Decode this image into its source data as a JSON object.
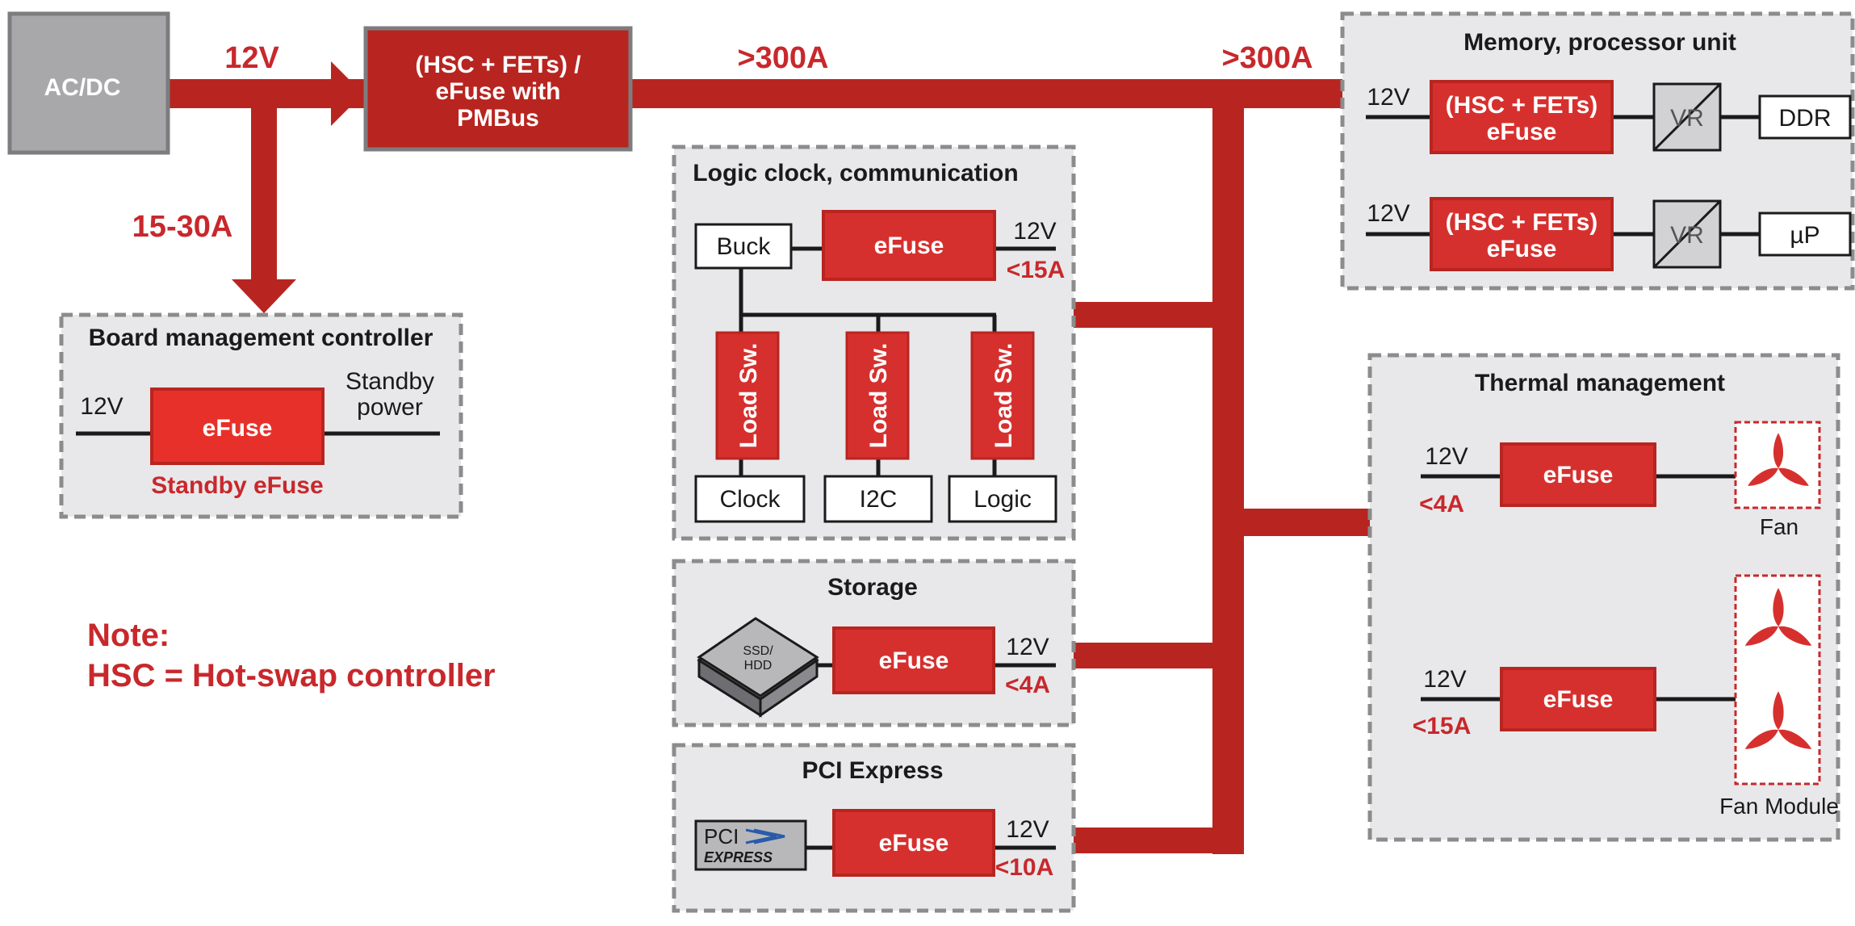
{
  "colors": {
    "bus_red": "#b82520",
    "block_red": "#d6302e",
    "panel_fill": "#e8e8ea",
    "panel_border": "#8c8c8c",
    "acdc_gray": "#a8a8ab",
    "label_red": "#c8282c"
  },
  "source": {
    "acdc": "AC/DC"
  },
  "bus": {
    "v12": "12V",
    "current_main": ">300A",
    "current_main_2": ">300A",
    "current_standby": "15-30A"
  },
  "main_hsc": {
    "line1": "(HSC + FETs) /",
    "line2": "eFuse with",
    "line3": "PMBus"
  },
  "bmc": {
    "title": "Board management controller",
    "input": "12V",
    "efuse": "eFuse",
    "output_line1": "Standby",
    "output_line2": "power",
    "caption": "Standby eFuse"
  },
  "note": {
    "line1": "Note:",
    "line2": "HSC = Hot-swap controller"
  },
  "logic": {
    "title": "Logic clock, communication",
    "buck": "Buck",
    "efuse": "eFuse",
    "voltage": "12V",
    "current": "<15A",
    "switches": [
      "Load Sw.",
      "Load Sw.",
      "Load Sw."
    ],
    "loads": [
      "Clock",
      "I2C",
      "Logic"
    ]
  },
  "storage": {
    "title": "Storage",
    "device_line1": "SSD/",
    "device_line2": "HDD",
    "efuse": "eFuse",
    "voltage": "12V",
    "current": "<4A"
  },
  "pcie": {
    "title": "PCI Express",
    "logo_top": "PCI",
    "logo_bottom": "EXPRESS",
    "efuse": "eFuse",
    "voltage": "12V",
    "current": "<10A"
  },
  "memory": {
    "title": "Memory, processor unit",
    "rows": [
      {
        "voltage": "12V",
        "efuse_line1": "(HSC + FETs)",
        "efuse_line2": "eFuse",
        "vr": "VR",
        "load": "DDR"
      },
      {
        "voltage": "12V",
        "efuse_line1": "(HSC + FETs)",
        "efuse_line2": "eFuse",
        "vr": "VR",
        "load": "µP"
      }
    ]
  },
  "thermal": {
    "title": "Thermal management",
    "rows": [
      {
        "voltage": "12V",
        "current": "<4A",
        "efuse": "eFuse",
        "load": "Fan"
      },
      {
        "voltage": "12V",
        "current": "<15A",
        "efuse": "eFuse",
        "load": "Fan Module"
      }
    ]
  }
}
